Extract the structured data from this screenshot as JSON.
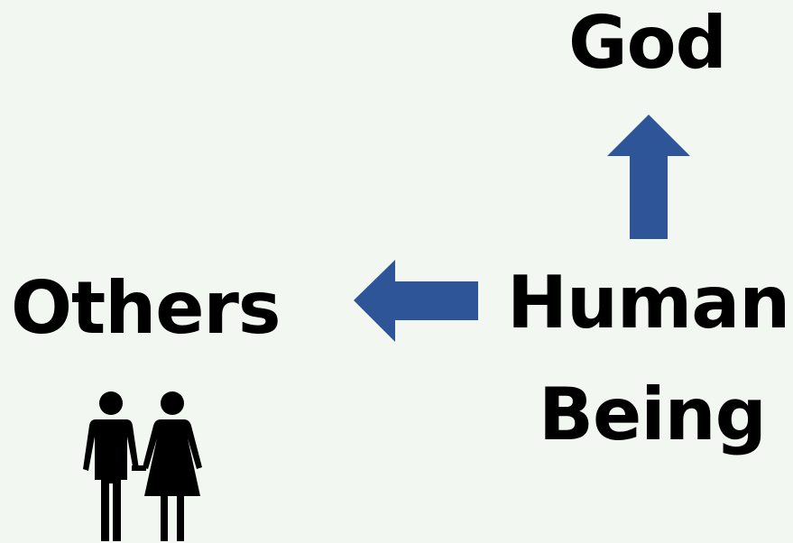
{
  "labels": {
    "god": "God",
    "others": "Others",
    "human_line1": "Human",
    "human_line2": "Being"
  },
  "arrows": [
    {
      "name": "human-to-god",
      "direction": "up"
    },
    {
      "name": "human-to-others",
      "direction": "left"
    }
  ],
  "icons": {
    "people": "man-and-woman-icon"
  },
  "colors": {
    "background": "#f3f7f2",
    "arrow": "#2e5597",
    "text": "#000000"
  }
}
